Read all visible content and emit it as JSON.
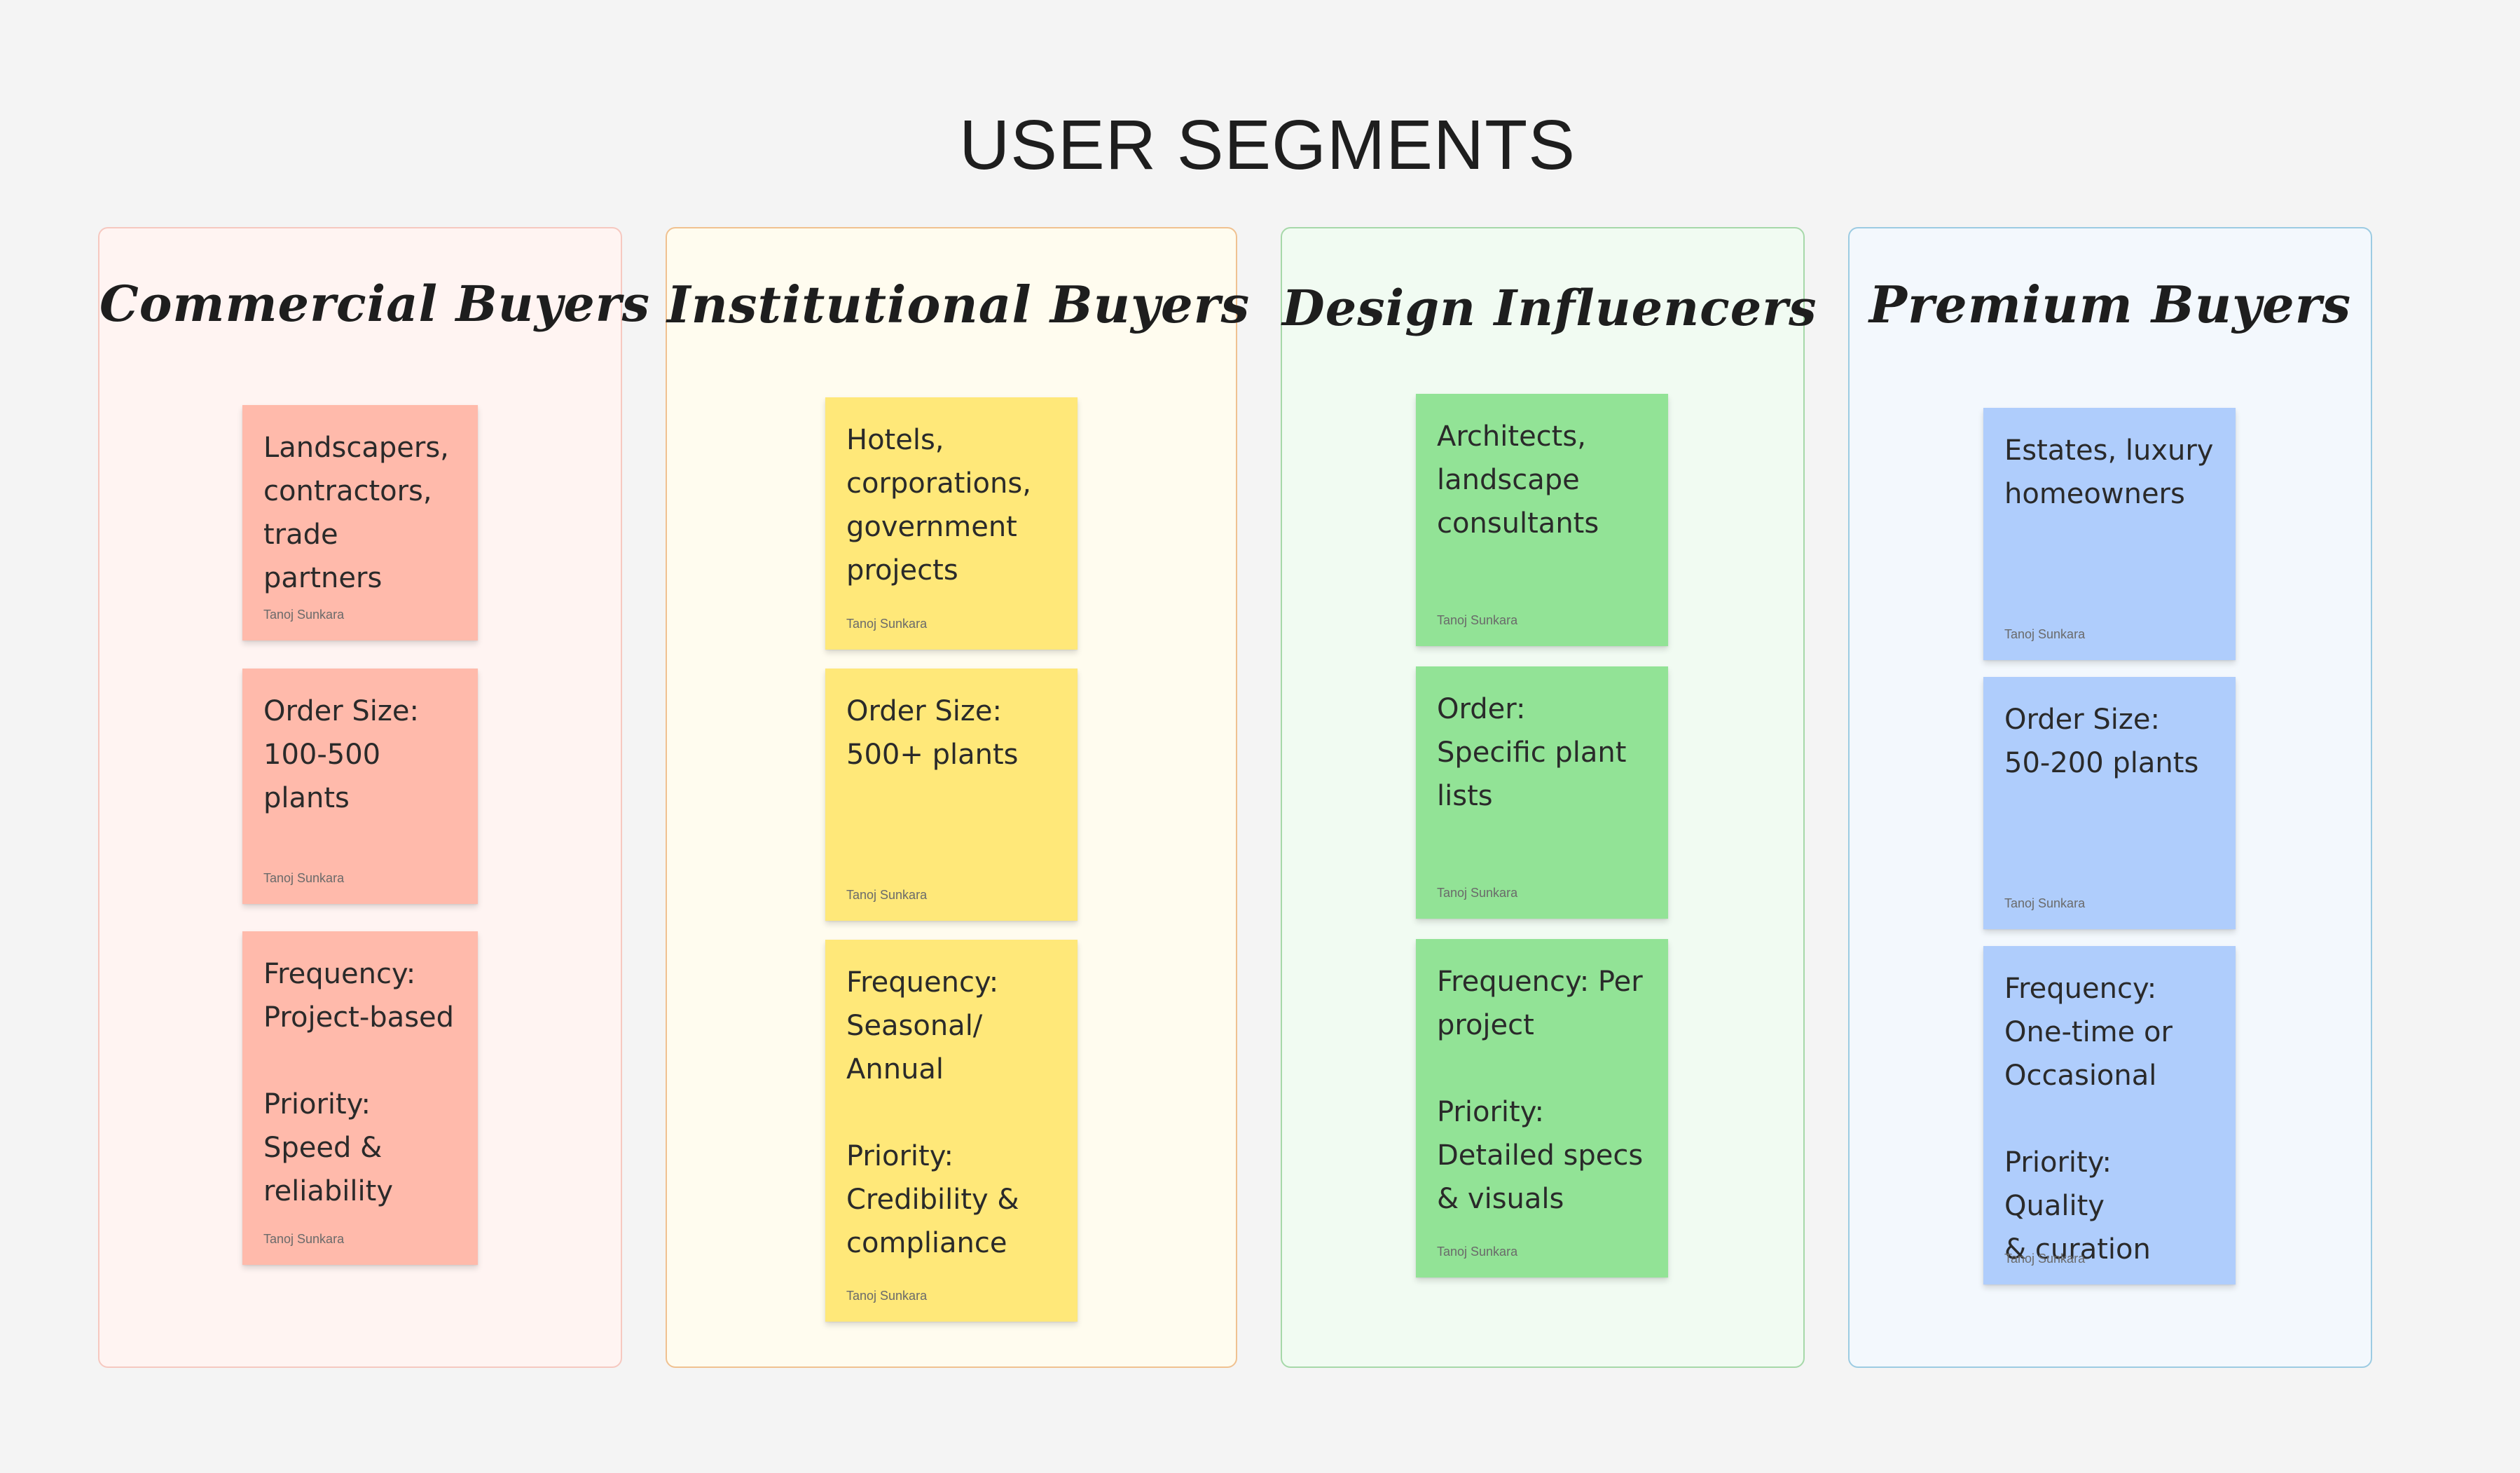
{
  "board": {
    "title": "USER SEGMENTS"
  },
  "colors": {
    "background": "#f4f4f4",
    "red_sticky": "#ffbaab",
    "yellow_sticky": "#ffe879",
    "green_sticky": "#92e396",
    "blue_sticky": "#afcdfc"
  },
  "sections": [
    {
      "heading": "Commercial Buyers",
      "notes": [
        {
          "text": "Landscapers,\ncontractors,\ntrade partners",
          "author": "Tanoj Sunkara"
        },
        {
          "text": "Order Size:\n100-500\nplants",
          "author": "Tanoj Sunkara"
        },
        {
          "text": "Frequency:\nProject-based\n\nPriority:\nSpeed &\nreliability",
          "author": "Tanoj Sunkara"
        }
      ]
    },
    {
      "heading": "Institutional Buyers",
      "notes": [
        {
          "text": "Hotels,\ncorporations,\ngovernment\nprojects",
          "author": "Tanoj Sunkara"
        },
        {
          "text": "Order Size:\n500+ plants",
          "author": "Tanoj Sunkara"
        },
        {
          "text": "Frequency:\nSeasonal/\nAnnual\n\nPriority:\nCredibility &\ncompliance",
          "author": "Tanoj Sunkara"
        }
      ]
    },
    {
      "heading": "Design Influencers",
      "notes": [
        {
          "text": "Architects,\nlandscape\nconsultants",
          "author": "Tanoj Sunkara"
        },
        {
          "text": "Order:\nSpecific plant\nlists",
          "author": "Tanoj Sunkara"
        },
        {
          "text": "Frequency: Per\nproject\n\nPriority:\nDetailed specs\n& visuals",
          "author": "Tanoj Sunkara"
        }
      ]
    },
    {
      "heading": "Premium Buyers",
      "notes": [
        {
          "text": "Estates, luxury\nhomeowners",
          "author": "Tanoj Sunkara"
        },
        {
          "text": "Order Size:\n50-200 plants",
          "author": "Tanoj Sunkara"
        },
        {
          "text": "Frequency:\nOne-time or\nOccasional\n\nPriority: Quality\n& curation",
          "author": "Tanoj Sunkara"
        }
      ]
    }
  ]
}
